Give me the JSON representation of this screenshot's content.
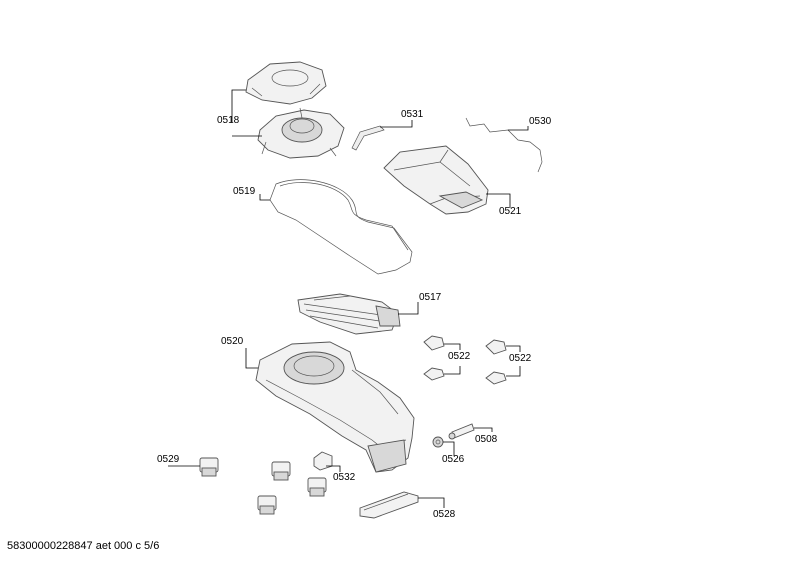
{
  "labels": {
    "p0518": "0518",
    "p0531": "0531",
    "p0530": "0530",
    "p0519": "0519",
    "p0521": "0521",
    "p0517": "0517",
    "p0520": "0520",
    "p0522a": "0522",
    "p0522b": "0522",
    "p0508": "0508",
    "p0526": "0526",
    "p0529": "0529",
    "p0532": "0532",
    "p0528": "0528"
  },
  "footer": "58300000228847 aet 000 c 5/6"
}
